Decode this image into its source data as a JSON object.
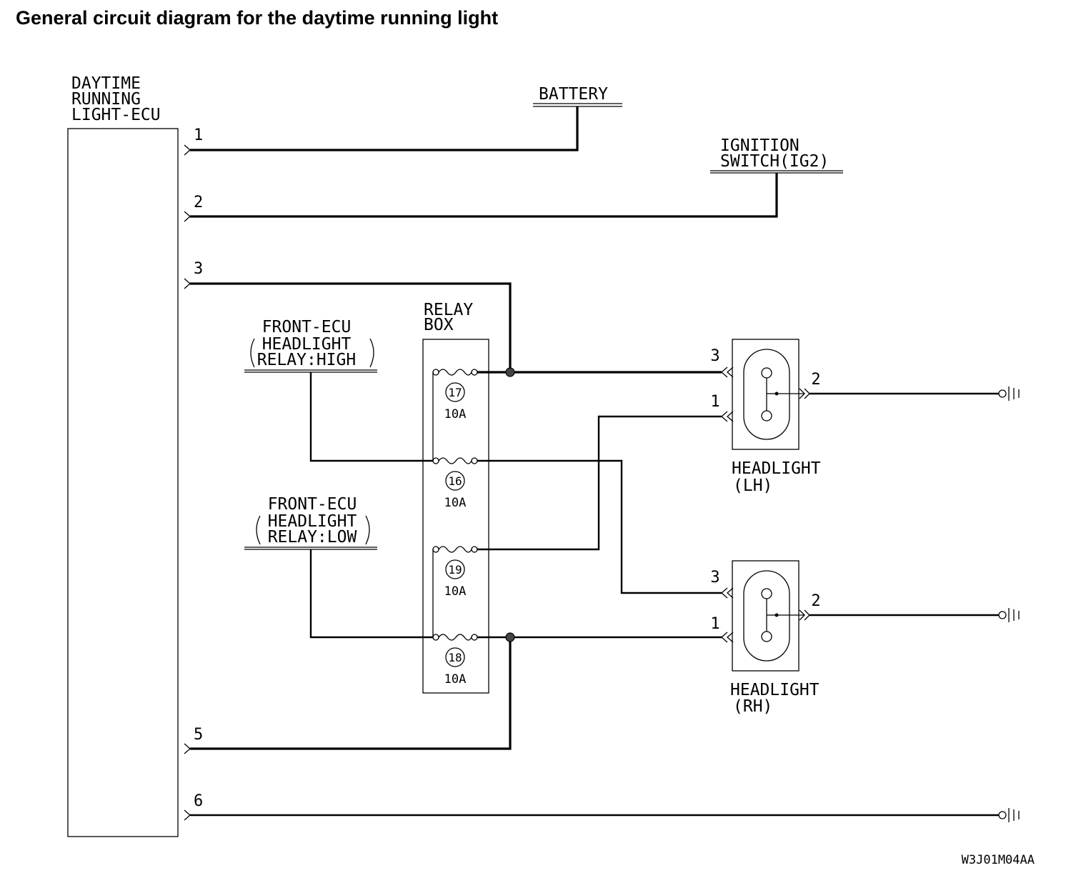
{
  "title": "General circuit diagram for the daytime running light",
  "ecu": {
    "lines": [
      "DAYTIME",
      "RUNNING",
      "LIGHT-ECU"
    ]
  },
  "ecu_pins": [
    "1",
    "2",
    "3",
    "5",
    "6"
  ],
  "battery": "BATTERY",
  "ignition": {
    "lines": [
      "IGNITION",
      "SWITCH(IG2)"
    ]
  },
  "relay_box": {
    "lines": [
      "RELAY",
      "BOX"
    ]
  },
  "front_ecu_high": {
    "lines": [
      "FRONT-ECU",
      "HEADLIGHT",
      "RELAY:HIGH"
    ]
  },
  "front_ecu_low": {
    "lines": [
      "FRONT-ECU",
      "HEADLIGHT",
      "RELAY:LOW"
    ]
  },
  "fuses": [
    {
      "number": "17",
      "rating": "10A"
    },
    {
      "number": "16",
      "rating": "10A"
    },
    {
      "number": "19",
      "rating": "10A"
    },
    {
      "number": "18",
      "rating": "10A"
    }
  ],
  "headlight_lh": {
    "lines": [
      "HEADLIGHT",
      "(LH)"
    ],
    "pins": [
      "3",
      "1",
      "2"
    ]
  },
  "headlight_rh": {
    "lines": [
      "HEADLIGHT",
      "(RH)"
    ],
    "pins": [
      "3",
      "1",
      "2"
    ]
  },
  "diagram_code": "W3J01M04AA"
}
